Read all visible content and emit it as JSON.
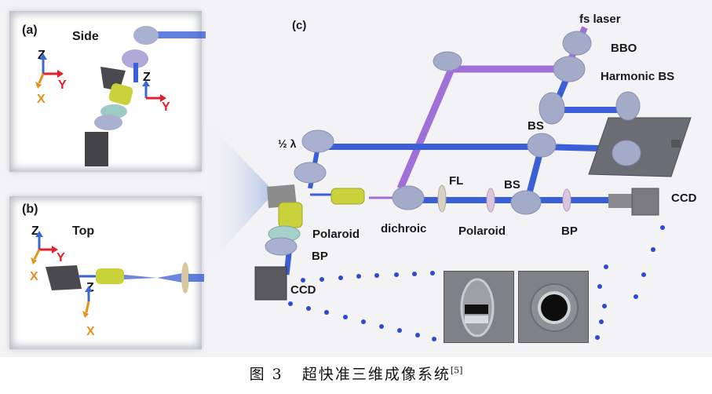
{
  "panels": {
    "a": {
      "tag": "(a)",
      "title": "Side",
      "axes": {
        "z": "Z",
        "y": "Y",
        "x": "X"
      },
      "axes2": {
        "z": "Z",
        "y": "Y"
      }
    },
    "b": {
      "tag": "(b)",
      "title": "Top",
      "axes": {
        "z": "Z",
        "y": "Y",
        "x": "X"
      },
      "axes2": {
        "z": "Z",
        "x": "X"
      }
    },
    "c": {
      "tag": "(c)",
      "labels": {
        "fs_laser": "fs laser",
        "bbo": "BBO",
        "harmonic_bs": "Harmonic BS",
        "bs1": "BS",
        "bs2": "BS",
        "half_wave": "½ λ",
        "fl": "FL",
        "dichroic": "dichroic",
        "polaroid_left": "Polaroid",
        "polaroid_mid": "Polaroid",
        "bp_left": "BP",
        "bp_right": "BP",
        "ccd_left": "CCD",
        "ccd_right": "CCD"
      }
    }
  },
  "colors": {
    "beam_blue": "#3a5fd6",
    "beam_violet": "#a070d8",
    "optic": "#a9b0d0",
    "objective": "#c9d23a",
    "camera": "#4a4a4e",
    "dots": "#3048d8"
  },
  "caption": {
    "fig": "图 3",
    "text": "超快准三维成像系统",
    "ref": "[5]"
  }
}
